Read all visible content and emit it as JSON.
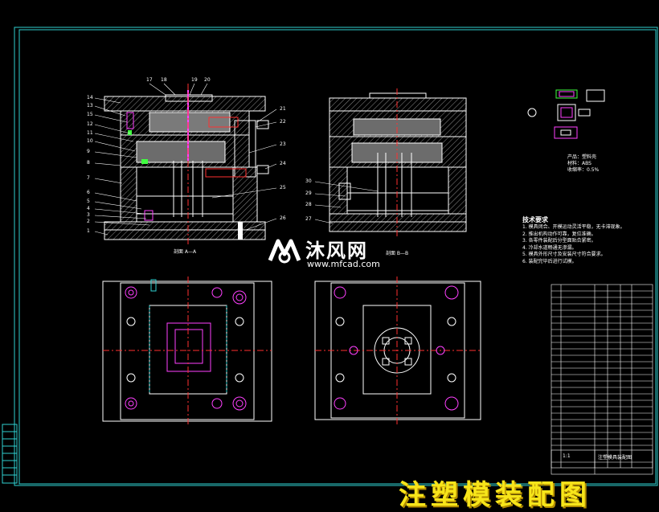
{
  "caption": "注塑模装配图",
  "watermark": {
    "brand": "沐风网",
    "url": "www.mfcad.com"
  },
  "section_labels": {
    "a": "剖面 A—A",
    "b": "剖面 B—B"
  },
  "tech_notes": {
    "title": "技术要求",
    "lines": [
      "1. 模具闭合、开模运动灵活平稳，无卡滞现象。",
      "2. 推出机构动作可靠，复位准确。",
      "3. 各零件装配后分型面贴合紧密。",
      "4. 冷却水道畅通无渗漏。",
      "5. 模具外形尺寸及安装尺寸符合要求。",
      "6. 装配完毕后进行试模。"
    ]
  },
  "product_info": [
    "产品：塑料壳",
    "材料：ABS",
    "收缩率：0.5%"
  ],
  "callouts_left": [
    "14",
    "13",
    "15",
    "12",
    "11",
    "10",
    "9",
    "8",
    "7",
    "6",
    "5",
    "4",
    "3",
    "2",
    "1"
  ],
  "callouts_top": [
    "17",
    "18",
    "19",
    "20"
  ],
  "callouts_right": [
    "21",
    "22",
    "23",
    "24",
    "25",
    "26"
  ],
  "callouts_b": [
    "30",
    "29",
    "28",
    "27"
  ],
  "title_block": {
    "drawing": "注塑模具装配图",
    "scale": "1:1"
  },
  "colors": {
    "frame": "#2fd0d0",
    "outline": "#ffffff",
    "hatch": "#9a9a9a",
    "hidden": "#ff3030",
    "part": "#ff40ff",
    "caption": "#f7e51a"
  }
}
